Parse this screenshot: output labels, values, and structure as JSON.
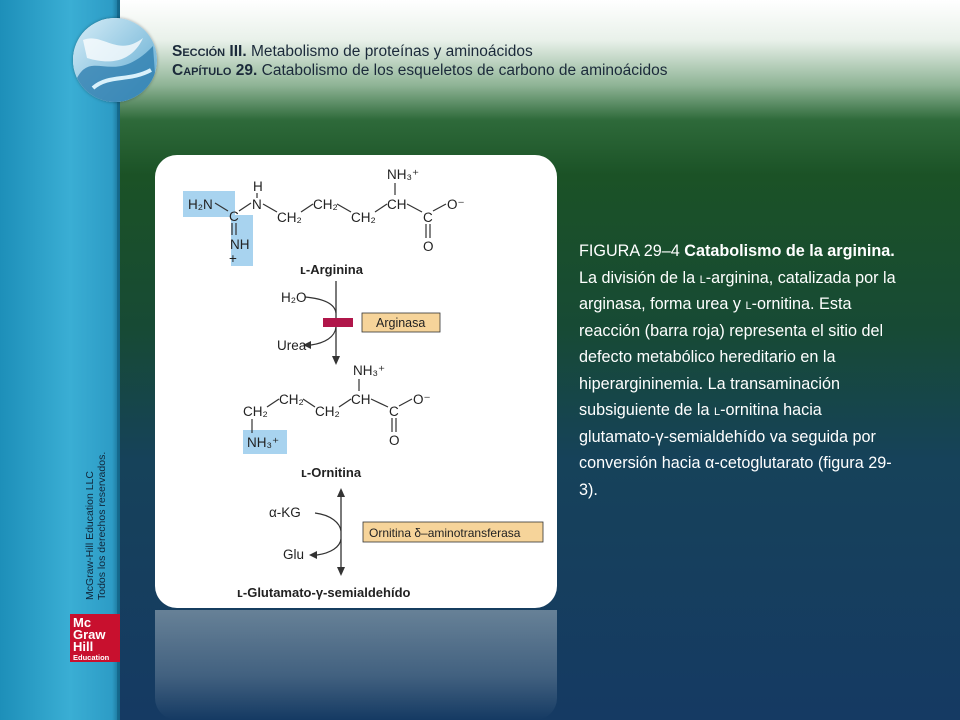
{
  "header": {
    "section_label": "Sección III.",
    "section_title": "Metabolismo de proteínas y aminoácidos",
    "chapter_label": "Capítulo 29.",
    "chapter_title": "Catabolismo de los esqueletos de carbono de aminoácidos"
  },
  "figure": {
    "arginine_name": "ʟ-Arginina",
    "ornithine_name": "ʟ-Ornitina",
    "glutamate_name": "ʟ-Glutamato-γ-semialdehído",
    "enzyme1": "Arginasa",
    "enzyme2": "Ornitina δ–aminotransferasa",
    "water": "H₂O",
    "urea": "Urea",
    "akg": "α-KG",
    "glu": "Glu",
    "atoms": {
      "h2n": "H₂N",
      "c": "C",
      "n": "N",
      "h": "H",
      "nh_plus": "NH",
      "plus": "+",
      "ch2": "CH₂",
      "ch": "CH",
      "nh3plus": "NH₃⁺",
      "o_minus": "O⁻",
      "o": "O"
    }
  },
  "caption": {
    "label": "FIGURA 29–4",
    "bold_title": "Catabolismo de la arginina.",
    "t1": "La división de la ",
    "l1": "l",
    "t2": "-arginina, catalizada por la arginasa, forma urea y ",
    "l2": "l",
    "t3": "-ornitina. Esta reacción (barra roja) representa el sitio del defecto metabólico hereditario en la hiperargininemia. La transaminación subsiguiente de la ",
    "l3": "l",
    "t4": "-ornitina hacia glutamato-γ-semialdehído va seguida por conversión hacia α-cetoglutarato (figura 29-3)."
  },
  "copyright": {
    "line1": "McGraw-Hill Education LLC",
    "line2": "Todos los derechos reservados."
  },
  "logo": {
    "line1": "Mc",
    "line2": "Graw",
    "line3": "Hill",
    "line4": "Education"
  },
  "colors": {
    "highlight_blue": "#a8d3ef",
    "enzyme_box": "#f6d49a",
    "block_bar": "#b0164a"
  }
}
